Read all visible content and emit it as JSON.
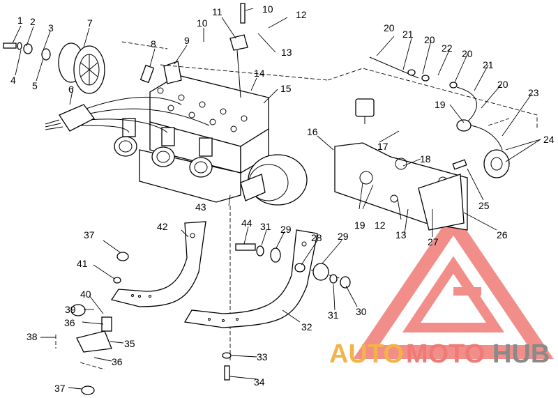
{
  "callouts": [
    {
      "id": "c1",
      "text": "1"
    },
    {
      "id": "c2",
      "text": "2"
    },
    {
      "id": "c3",
      "text": "3"
    },
    {
      "id": "c4",
      "text": "4"
    },
    {
      "id": "c5",
      "text": "5"
    },
    {
      "id": "c6",
      "text": "6"
    },
    {
      "id": "c7",
      "text": "7"
    },
    {
      "id": "c8",
      "text": "8"
    },
    {
      "id": "c9",
      "text": "9"
    },
    {
      "id": "c10a",
      "text": "10"
    },
    {
      "id": "c10b",
      "text": "10"
    },
    {
      "id": "c11",
      "text": "11"
    },
    {
      "id": "c12a",
      "text": "12"
    },
    {
      "id": "c13a",
      "text": "13"
    },
    {
      "id": "c14",
      "text": "14"
    },
    {
      "id": "c15",
      "text": "15"
    },
    {
      "id": "c16",
      "text": "16"
    },
    {
      "id": "c17",
      "text": "17"
    },
    {
      "id": "c18",
      "text": "18"
    },
    {
      "id": "c19a",
      "text": "19"
    },
    {
      "id": "c19b",
      "text": "19"
    },
    {
      "id": "c20a",
      "text": "20"
    },
    {
      "id": "c20b",
      "text": "20"
    },
    {
      "id": "c20c",
      "text": "20"
    },
    {
      "id": "c20d",
      "text": "20"
    },
    {
      "id": "c21a",
      "text": "21"
    },
    {
      "id": "c21b",
      "text": "21"
    },
    {
      "id": "c22",
      "text": "22"
    },
    {
      "id": "c23",
      "text": "23"
    },
    {
      "id": "c24",
      "text": "24"
    },
    {
      "id": "c25",
      "text": "25"
    },
    {
      "id": "c26",
      "text": "26"
    },
    {
      "id": "c27",
      "text": "27"
    },
    {
      "id": "c12b",
      "text": "12"
    },
    {
      "id": "c13b",
      "text": "13"
    },
    {
      "id": "c28",
      "text": "28"
    },
    {
      "id": "c29a",
      "text": "29"
    },
    {
      "id": "c29b",
      "text": "29"
    },
    {
      "id": "c30",
      "text": "30"
    },
    {
      "id": "c31a",
      "text": "31"
    },
    {
      "id": "c31b",
      "text": "31"
    },
    {
      "id": "c32",
      "text": "32"
    },
    {
      "id": "c33",
      "text": "33"
    },
    {
      "id": "c34",
      "text": "34"
    },
    {
      "id": "c35",
      "text": "35"
    },
    {
      "id": "c36a",
      "text": "36"
    },
    {
      "id": "c36b",
      "text": "36"
    },
    {
      "id": "c37a",
      "text": "37"
    },
    {
      "id": "c37b",
      "text": "37"
    },
    {
      "id": "c38",
      "text": "38"
    },
    {
      "id": "c39",
      "text": "39"
    },
    {
      "id": "c40",
      "text": "40"
    },
    {
      "id": "c41",
      "text": "41"
    },
    {
      "id": "c42",
      "text": "42"
    },
    {
      "id": "c43",
      "text": "43"
    },
    {
      "id": "c44",
      "text": "44"
    }
  ],
  "watermark": {
    "part1": "AUTO",
    "part2": "MOTO",
    "part3": "HUB",
    "colors": {
      "auto": "#f3b24a",
      "moto": "#ef7b76",
      "hub": "#8a8a8a"
    }
  }
}
